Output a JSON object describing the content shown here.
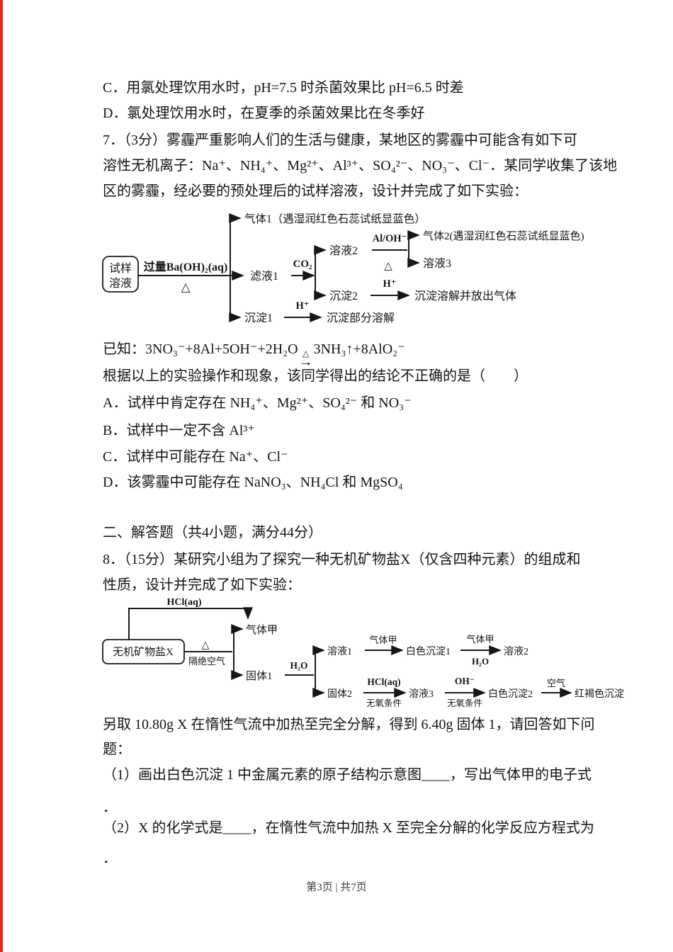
{
  "page": {
    "stripe_color": "#e0251c",
    "footer": "第3页 | 共7页"
  },
  "q6": {
    "option_c": "C．用氯处理饮用水时，pH=7.5 时杀菌效果比 pH=6.5 时差",
    "option_d": "D．氯处理饮用水时，在夏季的杀菌效果比在冬季好"
  },
  "q7": {
    "stem1": "7．（3分）雾霾严重影响人们的生活与健康，某地区的雾霾中可能含有如下可",
    "stem2": "溶性无机离子：Na⁺、NH₄⁺、Mg²⁺、Al³⁺、SO₄²⁻、NO₃⁻、Cl⁻．某同学收集了该地",
    "stem3": "区的雾霾，经必要的预处理后的试样溶液，设计并完成了如下实验：",
    "diagram": {
      "box1": "试样",
      "box2": "溶液",
      "reagent": "过量Ba(OH)₂(aq)",
      "delta1": "△",
      "gas1": "气体1（遇湿润红色石蕊试纸显蓝色）",
      "filtrate1": "滤液1",
      "co2": "CO₂",
      "sol2": "溶液2",
      "aloh": "Al/OH⁻",
      "delta2": "△",
      "gas2": "气体2(遇湿润红色石蕊试纸显蓝色)",
      "sol3": "溶液3",
      "ppt2": "沉淀2",
      "hplus1": "H⁺",
      "ppt2_result": "沉淀溶解并放出气体",
      "ppt1": "沉淀1",
      "hplus2": "H⁺",
      "ppt1_result": "沉淀部分溶解"
    },
    "known_prefix": "已知：3NO₃⁻+8Al+5OH⁻+2H₂O",
    "known_arrow_top": "△",
    "known_arrow": "→",
    "known_suffix": "3NH₃↑+8AlO₂⁻",
    "ask": "根据以上的实验操作和现象，该同学得出的结论不正确的是（　　）",
    "option_a": "A．试样中肯定存在 NH₄⁺、Mg²⁺、SO₄²⁻ 和 NO₃⁻",
    "option_b": "B．试样中一定不含 Al³⁺",
    "option_c": "C．试样中可能存在 Na⁺、Cl⁻",
    "option_d": "D．该雾霾中可能存在 NaNO₃、NH₄Cl 和 MgSO₄"
  },
  "section2": {
    "title": "二、解答题（共4小题，满分44分）"
  },
  "q8": {
    "stem1": "8．（15分）某研究小组为了探究一种无机矿物盐X（仅含四种元素）的组成和",
    "stem2": "性质，设计并完成了如下实验：",
    "diagram": {
      "hcl_top": "HCl(aq)",
      "box": "无机矿物盐X",
      "delta": "△",
      "no_air": "隔绝空气",
      "gas_a_node": "气体甲",
      "solid1": "固体1",
      "h2o_label": "H₂O",
      "sol1": "溶液1",
      "gas_a_label1": "气体甲",
      "white_ppt1": "白色沉淀1",
      "gas_a_label2": "气体甲",
      "h2o_label2": "H₂O",
      "sol2": "溶液2",
      "solid2": "固体2",
      "hcl_label": "HCl(aq)",
      "anoxic1": "无氧条件",
      "sol3": "溶液3",
      "oh_label": "OH⁻",
      "anoxic2": "无氧条件",
      "white_ppt2": "白色沉淀2",
      "air_label": "空气",
      "red_brown": "红褐色沉淀"
    },
    "note1": "另取 10.80g X 在惰性气流中加热至完全分解，得到 6.40g 固体 1，请回答如下问",
    "note2": "题：",
    "sub1": "（1）画出白色沉淀 1 中金属元素的原子结构示意图____，写出气体甲的电子式",
    "period1": "．",
    "sub2": "（2）X 的化学式是____，在惰性气流中加热 X 至完全分解的化学反应方程式为",
    "period2": "．"
  }
}
